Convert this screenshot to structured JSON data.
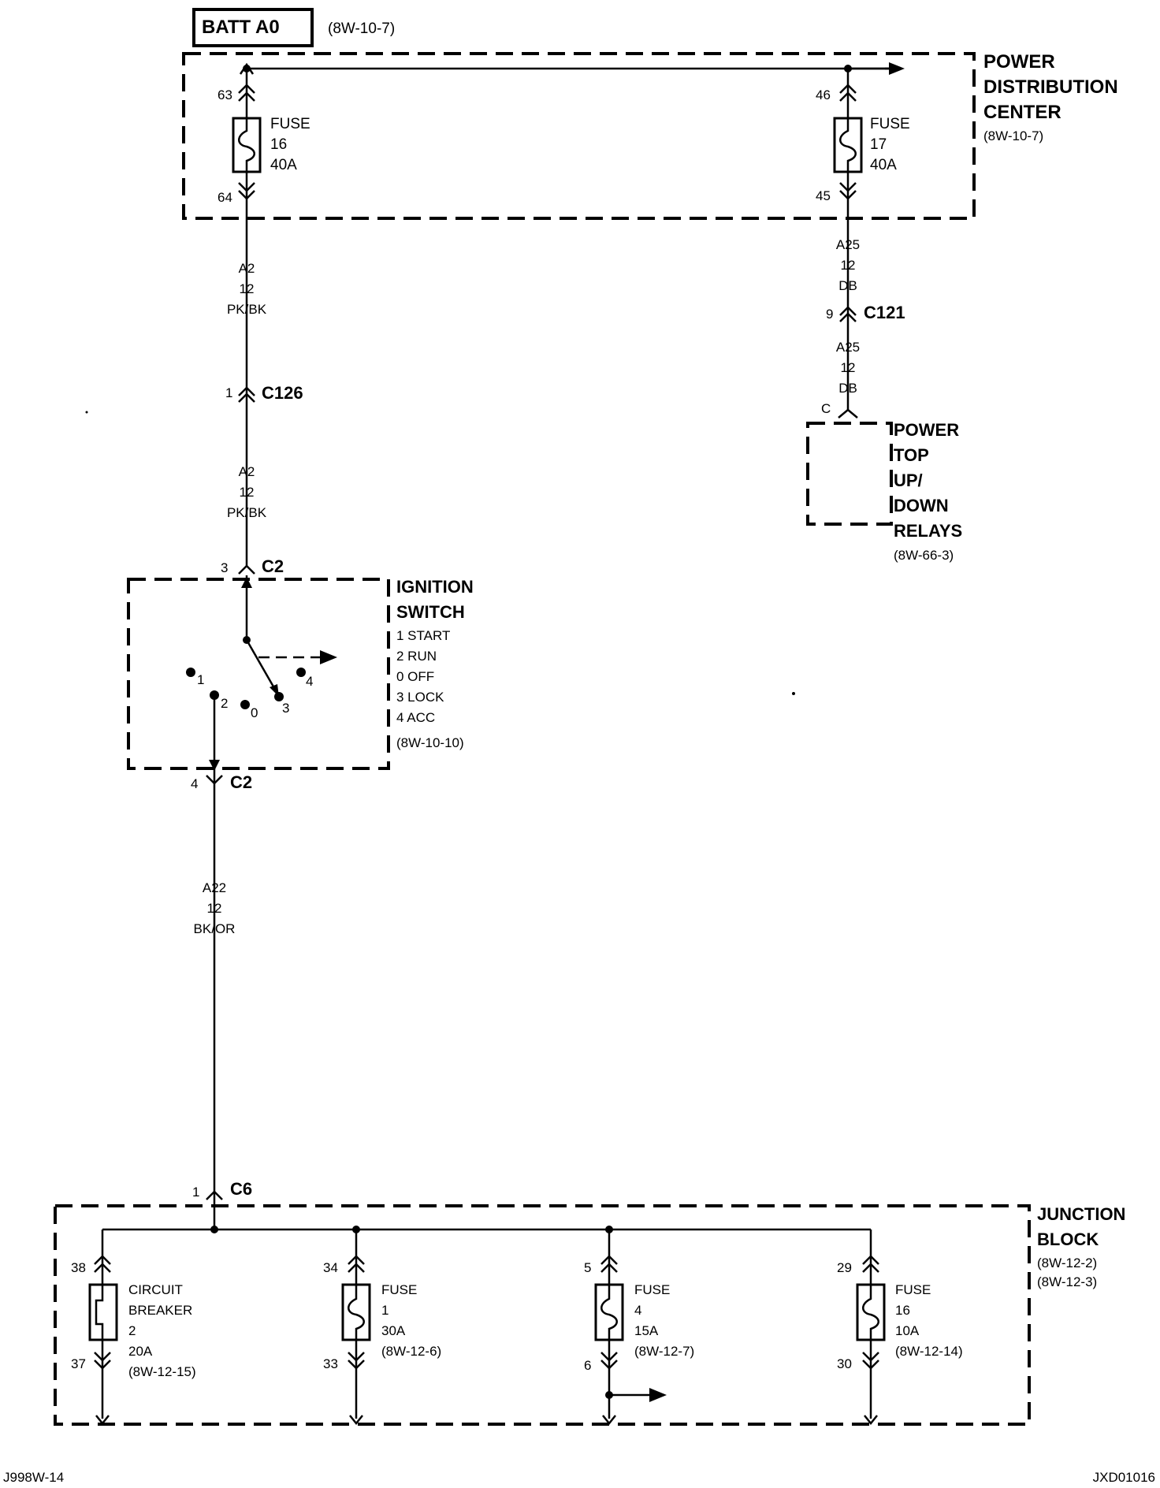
{
  "batt": {
    "label": "BATT A0",
    "ref": "(8W-10-7)"
  },
  "pdc": {
    "title": [
      "POWER",
      "DISTRIBUTION",
      "CENTER"
    ],
    "ref": "(8W-10-7)",
    "fuse16": {
      "pin_in": "63",
      "pin_out": "64",
      "label": "FUSE",
      "num": "16",
      "rating": "40A"
    },
    "fuse17": {
      "pin_in": "46",
      "pin_out": "45",
      "label": "FUSE",
      "num": "17",
      "rating": "40A"
    }
  },
  "wires": {
    "a2_upper": [
      "A2",
      "12",
      "PK/BK"
    ],
    "a2_lower": [
      "A2",
      "12",
      "PK/BK"
    ],
    "a25_upper": [
      "A25",
      "12",
      "DB"
    ],
    "a25_lower": [
      "A25",
      "12",
      "DB"
    ],
    "a22": [
      "A22",
      "12",
      "BK/OR"
    ]
  },
  "connectors": {
    "c126": {
      "pin": "1",
      "name": "C126"
    },
    "c121": {
      "pin": "9",
      "name": "C121"
    },
    "c2_top": {
      "pin": "3",
      "name": "C2"
    },
    "c2_bottom": {
      "pin": "4",
      "name": "C2"
    },
    "c6": {
      "pin": "1",
      "name": "C6"
    },
    "relay_pin": "C"
  },
  "relays": {
    "title": [
      "POWER",
      "TOP",
      "UP/",
      "DOWN",
      "RELAYS"
    ],
    "ref": "(8W-66-3)"
  },
  "ignition": {
    "title": [
      "IGNITION",
      "SWITCH"
    ],
    "positions": [
      "1 START",
      "2 RUN",
      "0 OFF",
      "3 LOCK",
      "4 ACC"
    ],
    "ref": "(8W-10-10)",
    "dots": [
      "1",
      "2",
      "0",
      "3",
      "4"
    ]
  },
  "junction": {
    "title": [
      "JUNCTION",
      "BLOCK"
    ],
    "refs": [
      "(8W-12-2)",
      "(8W-12-3)"
    ],
    "breaker": {
      "pin_in": "38",
      "pin_out": "37",
      "lines": [
        "CIRCUIT",
        "BREAKER",
        "2",
        "20A",
        "(8W-12-15)"
      ]
    },
    "fuse1": {
      "pin_in": "34",
      "pin_out": "33",
      "lines": [
        "FUSE",
        "1",
        "30A",
        "(8W-12-6)"
      ]
    },
    "fuse4": {
      "pin_in": "5",
      "pin_out": "6",
      "lines": [
        "FUSE",
        "4",
        "15A",
        "(8W-12-7)"
      ]
    },
    "fuse16": {
      "pin_in": "29",
      "pin_out": "30",
      "lines": [
        "FUSE",
        "16",
        "10A",
        "(8W-12-14)"
      ]
    }
  },
  "footer": {
    "left": "J998W-14",
    "right": "JXD01016"
  }
}
